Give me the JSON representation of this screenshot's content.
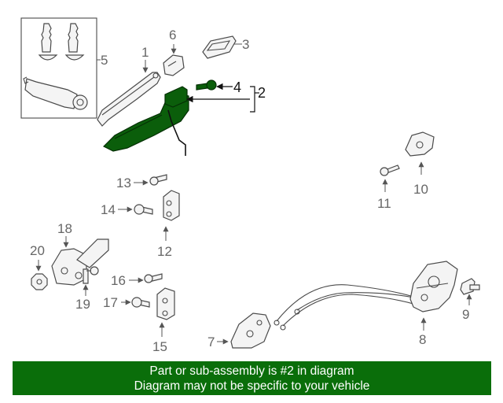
{
  "callouts": {
    "c1": "1",
    "c2": "2",
    "c3": "3",
    "c4": "4",
    "c5": "5",
    "c6": "6",
    "c7": "7",
    "c8": "8",
    "c9": "9",
    "c10": "10",
    "c11": "11",
    "c12": "12",
    "c13": "13",
    "c14": "14",
    "c15": "15",
    "c16": "16",
    "c17": "17",
    "c18": "18",
    "c19": "19",
    "c20": "20"
  },
  "highlighted_part": "2",
  "colors": {
    "highlight": "#0b5e0b",
    "banner": "#0a6e0a"
  },
  "banner": {
    "line1": "Part or sub-assembly is #2 in diagram",
    "line2": "Diagram may not be specific to your vehicle"
  }
}
